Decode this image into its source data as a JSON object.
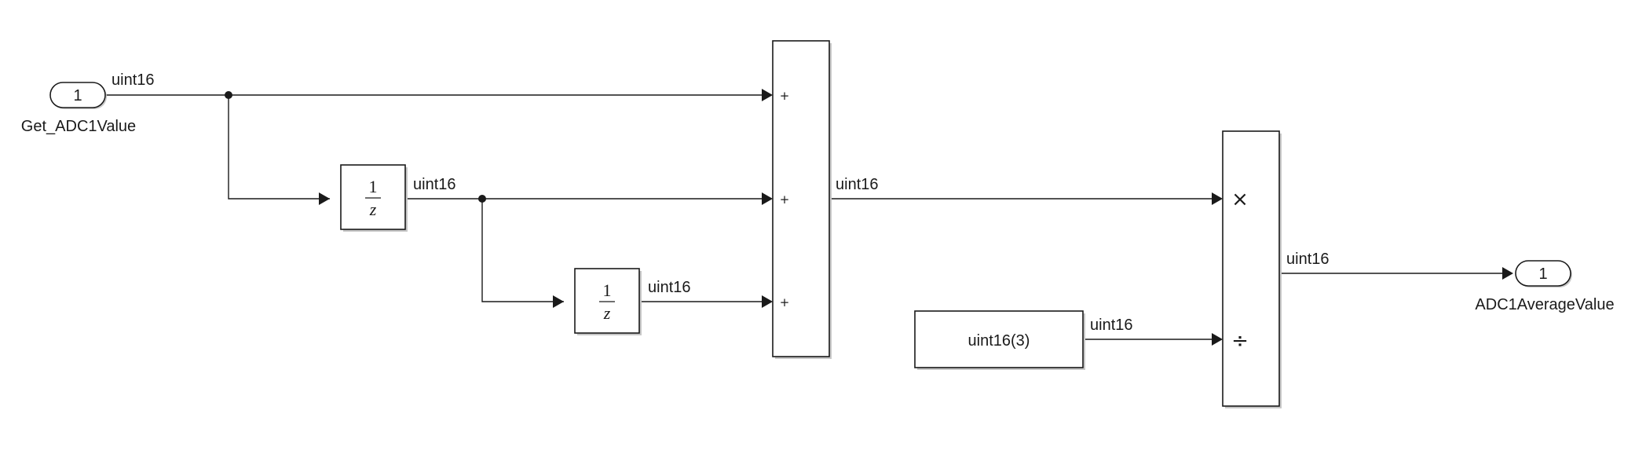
{
  "inport": {
    "number": "1",
    "name": "Get_ADC1Value"
  },
  "outport": {
    "number": "1",
    "name": "ADC1AverageValue"
  },
  "delay1": {
    "numerator": "1",
    "denominator": "z"
  },
  "delay2": {
    "numerator": "1",
    "denominator": "z"
  },
  "sum_signs": [
    "+",
    "+",
    "+"
  ],
  "product_signs": {
    "multiply": "×",
    "divide": "÷"
  },
  "constant": {
    "value": "uint16(3)"
  },
  "signal_labels": {
    "inport_out": "uint16",
    "delay1_out": "uint16",
    "delay2_out": "uint16",
    "sum_out": "uint16",
    "constant_out": "uint16",
    "product_out": "uint16"
  }
}
